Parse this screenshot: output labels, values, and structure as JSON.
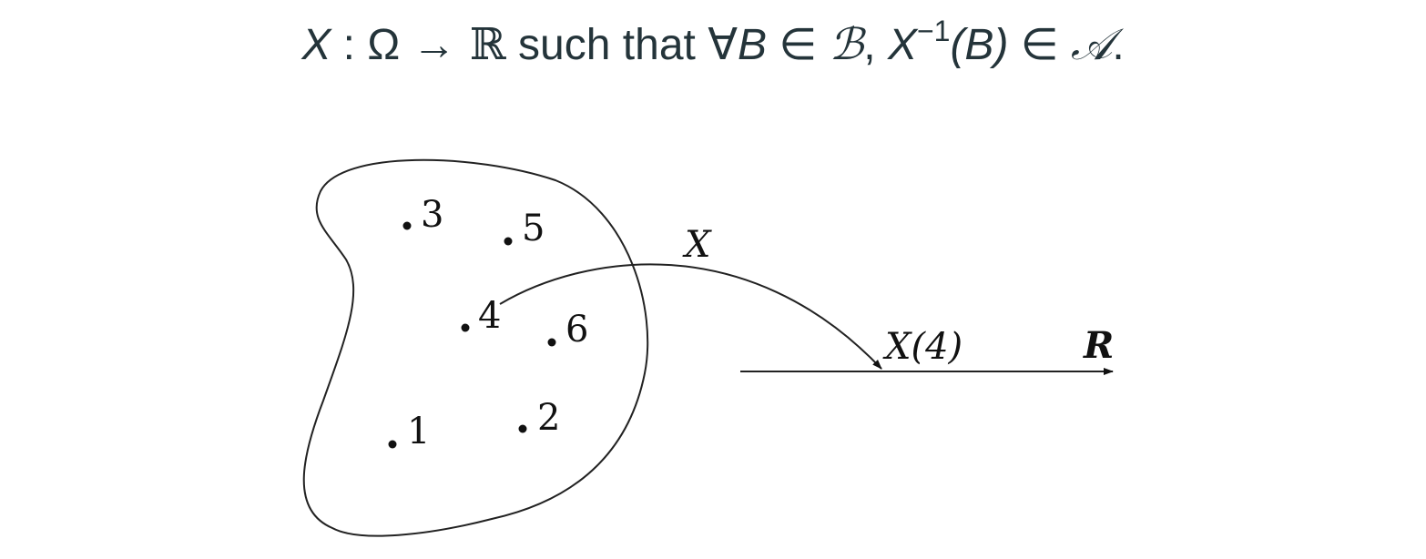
{
  "formula": {
    "X": "X",
    "colon_omega": " : Ω ",
    "arrow": "→",
    "reals": " ℝ",
    "text": " such that ",
    "forall": "∀",
    "B": "B",
    "in1": " ∈ ",
    "borel": "ℬ",
    "comma": ", ",
    "X2": "X",
    "exponent": "−1",
    "preimage": "(B)",
    "in2": " ∈ ",
    "sigma": "𝒜",
    "period": "."
  },
  "diagram": {
    "points": [
      {
        "label": "1"
      },
      {
        "label": "2"
      },
      {
        "label": "3"
      },
      {
        "label": "4"
      },
      {
        "label": "5"
      },
      {
        "label": "6"
      }
    ],
    "map_label": "X",
    "image_label": "X(4)",
    "codomain_label": "R"
  }
}
